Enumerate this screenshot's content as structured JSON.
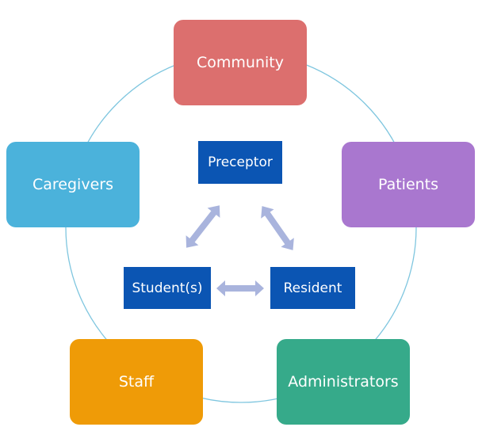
{
  "outer_nodes": {
    "community": "Community",
    "patients": "Patients",
    "administrators": "Administrators",
    "staff": "Staff",
    "caregivers": "Caregivers"
  },
  "inner_nodes": {
    "preceptor": "Preceptor",
    "student": "Student(s)",
    "resident": "Resident"
  },
  "colors": {
    "community": "#dc6f6e",
    "patients": "#a977cf",
    "administrators": "#36aa8a",
    "staff": "#ef9b07",
    "caregivers": "#4bb2db",
    "inner_box": "#0b55b3",
    "circle": "#7fc6df",
    "arrows": "#a9b4dd"
  }
}
